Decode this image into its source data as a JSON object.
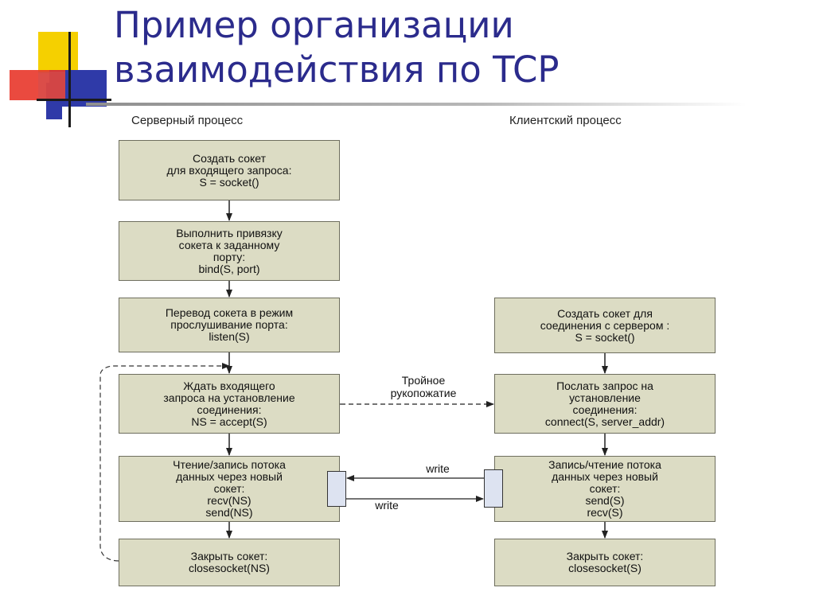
{
  "slide": {
    "title_line1": "Пример организации",
    "title_line2": "взаимодействия по TCP"
  },
  "columns": {
    "server": "Серверный процесс",
    "client": "Клиентский процесс"
  },
  "server_steps": [
    "Создать сокет\nдля входящего запроса:\nS = socket()",
    "Выполнить привязку\nсокета к заданному\nпорту:\nbind(S, port)",
    "Перевод сокета в режим\nпрослушивание порта:\nlisten(S)",
    "Ждать входящего\nзапроса на установление\nсоединения:\nNS = accept(S)",
    "Чтение/запись потока\nданных через новый\nсокет:\nrecv(NS)\nsend(NS)",
    "Закрыть сокет:\nclosesocket(NS)"
  ],
  "client_steps": [
    "Создать сокет для\nсоединения с сервером :\nS = socket()",
    "Послать запрос на\nустановление\nсоединения:\nconnect(S, server_addr)",
    "Запись/чтение потока\nданных через новый\nсокет:\nsend(S)\nrecv(S)",
    "Закрыть сокет:\nclosesocket(S)"
  ],
  "labels": {
    "handshake": "Тройное\nрукопожатие",
    "write_to_server": "write",
    "write_to_client": "write"
  },
  "colors": {
    "title": "#2b2b8c",
    "box_fill": "#dcdcc4",
    "buffer_fill": "#dde3f1",
    "logo_yellow": "#f5d000",
    "logo_red": "#e8362a",
    "logo_blue": "#2f3aa8"
  }
}
